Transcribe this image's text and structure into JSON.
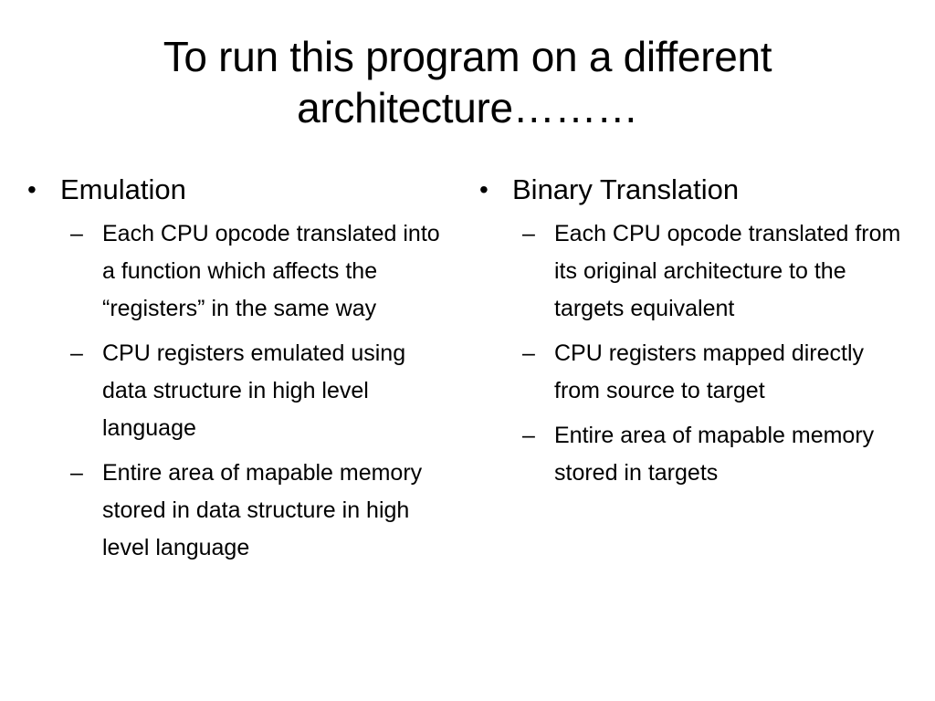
{
  "slide": {
    "title_lines": [
      "To run this program on a different",
      "architecture………"
    ],
    "columns": [
      {
        "heading": "Emulation",
        "items": [
          "Each CPU opcode translated into a function which affects the “registers” in the same way",
          "CPU registers emulated using data structure in high level language",
          "Entire area of mapable memory stored in data structure in high level language"
        ]
      },
      {
        "heading": "Binary Translation",
        "items": [
          "Each CPU opcode translated from its original architecture to the targets equivalent",
          "CPU registers mapped directly from source to target",
          "Entire area of mapable memory stored in targets"
        ]
      }
    ],
    "glyphs": {
      "bullet": "•",
      "dash": "–"
    }
  }
}
